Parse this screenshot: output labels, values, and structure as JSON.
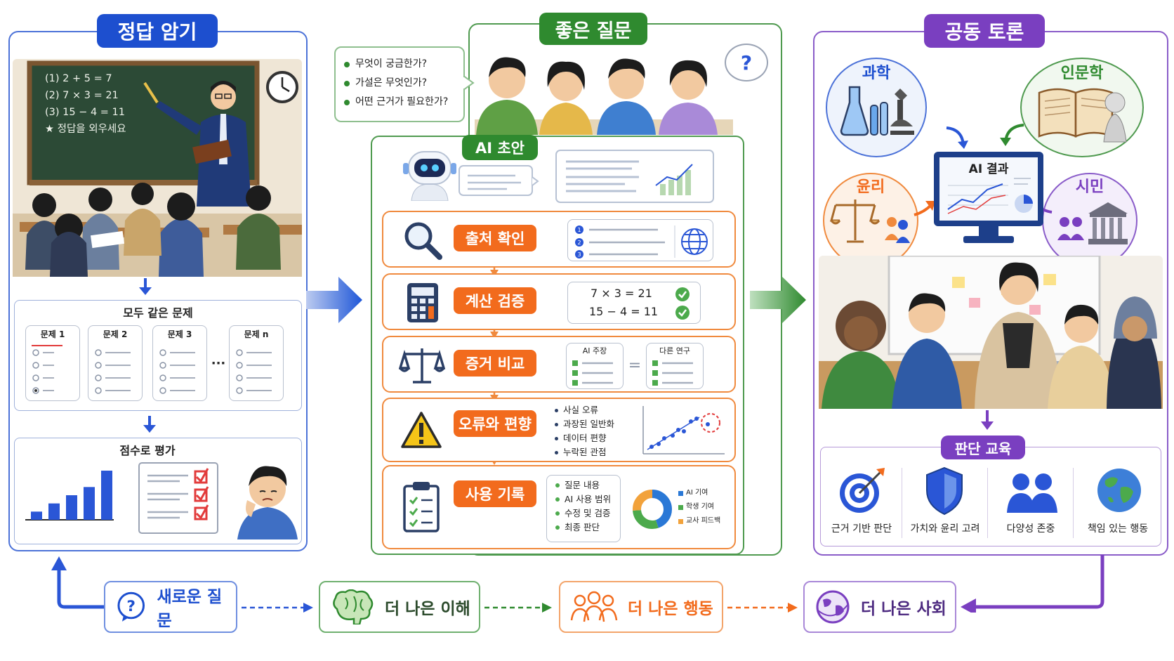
{
  "left": {
    "title": "정답 암기",
    "board_lines": [
      "(1)  2 + 5 = 7",
      "(2)  7 × 3 = 21",
      "(3)  15 − 4 = 11",
      "★ 정답을 외우세요"
    ],
    "same_problems": {
      "title": "모두 같은 문제",
      "cards": [
        "문제 1",
        "문제 2",
        "문제 3",
        "문제 n"
      ],
      "ellipsis": "···"
    },
    "score": {
      "title": "점수로 평가",
      "bars": [
        1,
        2,
        3,
        4,
        6
      ]
    }
  },
  "middle": {
    "title": "좋은 질문",
    "questions": [
      "무엇이 궁금한가?",
      "가설은 무엇인가?",
      "어떤 근거가 필요한가?"
    ],
    "question_mark": "?",
    "draft_label": "AI 초안",
    "steps": [
      {
        "label": "출처 확인",
        "icon": "magnifier-icon",
        "refs": [
          "1",
          "2",
          "3"
        ]
      },
      {
        "label": "계산 검증",
        "icon": "calculator-icon",
        "lines": [
          "7 × 3 = 21",
          "15 − 4 = 11"
        ]
      },
      {
        "label": "증거 비교",
        "icon": "scale-icon",
        "left_card": "AI 주장",
        "right_card": "다른 연구",
        "equals": "="
      },
      {
        "label": "오류와 편향",
        "icon": "warning-icon",
        "items": [
          "사실 오류",
          "과장된 일반화",
          "데이터 편향",
          "누락된 관점"
        ]
      },
      {
        "label": "사용 기록",
        "icon": "clipboard-icon",
        "items": [
          "질문 내용",
          "AI 사용 범위",
          "수정 및 검증",
          "최종 판단"
        ],
        "legend": [
          "AI 기여",
          "학생 기여",
          "교사 피드백"
        ]
      }
    ]
  },
  "right": {
    "title": "공동 토론",
    "domains": {
      "science": "과학",
      "humanities": "인문학",
      "ethics": "윤리",
      "citizen": "시민"
    },
    "monitor_title": "AI 결과",
    "judgment": {
      "title": "판단 교육",
      "items": [
        "근거 기반 판단",
        "가치와 윤리 고려",
        "다양성 존중",
        "책임 있는 행동"
      ]
    }
  },
  "bottom": {
    "items": [
      "새로운 질문",
      "더 나은 이해",
      "더 나은 행동",
      "더 나은 사회"
    ]
  },
  "colors": {
    "blue": "#2a56d6",
    "green": "#2f8a2f",
    "orange": "#f26b1d",
    "purple": "#7a3fc0",
    "board": "#2c4a36"
  }
}
